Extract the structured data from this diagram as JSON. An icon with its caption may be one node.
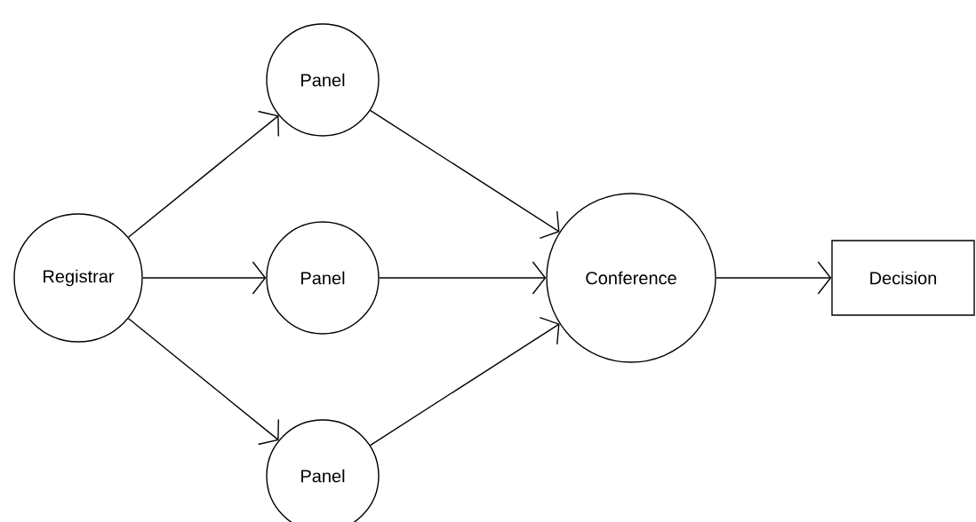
{
  "diagram": {
    "nodes": [
      {
        "text": [
          "Registrar"
        ]
      },
      {
        "text": [
          "Panel"
        ]
      },
      {
        "text": [
          "Panel"
        ]
      },
      {
        "text": [
          "Panel"
        ]
      },
      {
        "text": [
          "Conference"
        ]
      },
      {
        "text": [
          "Decision"
        ]
      }
    ],
    "edges": [
      {
        "from": 0,
        "to": 1,
        "arrow": "to"
      },
      {
        "from": 0,
        "to": 2,
        "arrow": "to"
      },
      {
        "from": 0,
        "to": 3,
        "arrow": "to"
      },
      {
        "from": 1,
        "to": 4,
        "arrow": "to"
      },
      {
        "from": 2,
        "to": 4,
        "arrow": "to"
      },
      {
        "from": 3,
        "to": 4,
        "arrow": "to"
      },
      {
        "from": 4,
        "to": 5,
        "arrow": "to"
      }
    ]
  }
}
